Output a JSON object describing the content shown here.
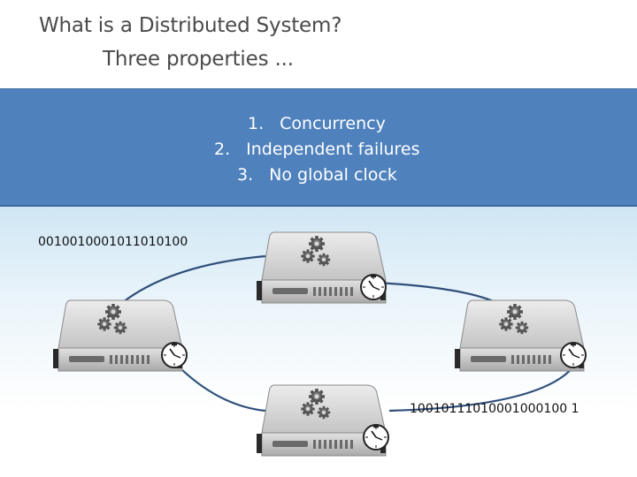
{
  "title": {
    "line1": "What is a Distributed System?",
    "line2": "Three properties ..."
  },
  "properties": [
    {
      "num": "1.",
      "text": "Concurrency"
    },
    {
      "num": "2.",
      "text": "Independent failures"
    },
    {
      "num": "3.",
      "text": "No global clock"
    }
  ],
  "messages": [
    "0010010001011010100",
    "10010111010001000100 1"
  ],
  "colors": {
    "props_box": "#4f81bd",
    "ring": "#2e4e7a"
  },
  "icons": [
    "server-icon",
    "gears-icon",
    "clock-icon"
  ]
}
